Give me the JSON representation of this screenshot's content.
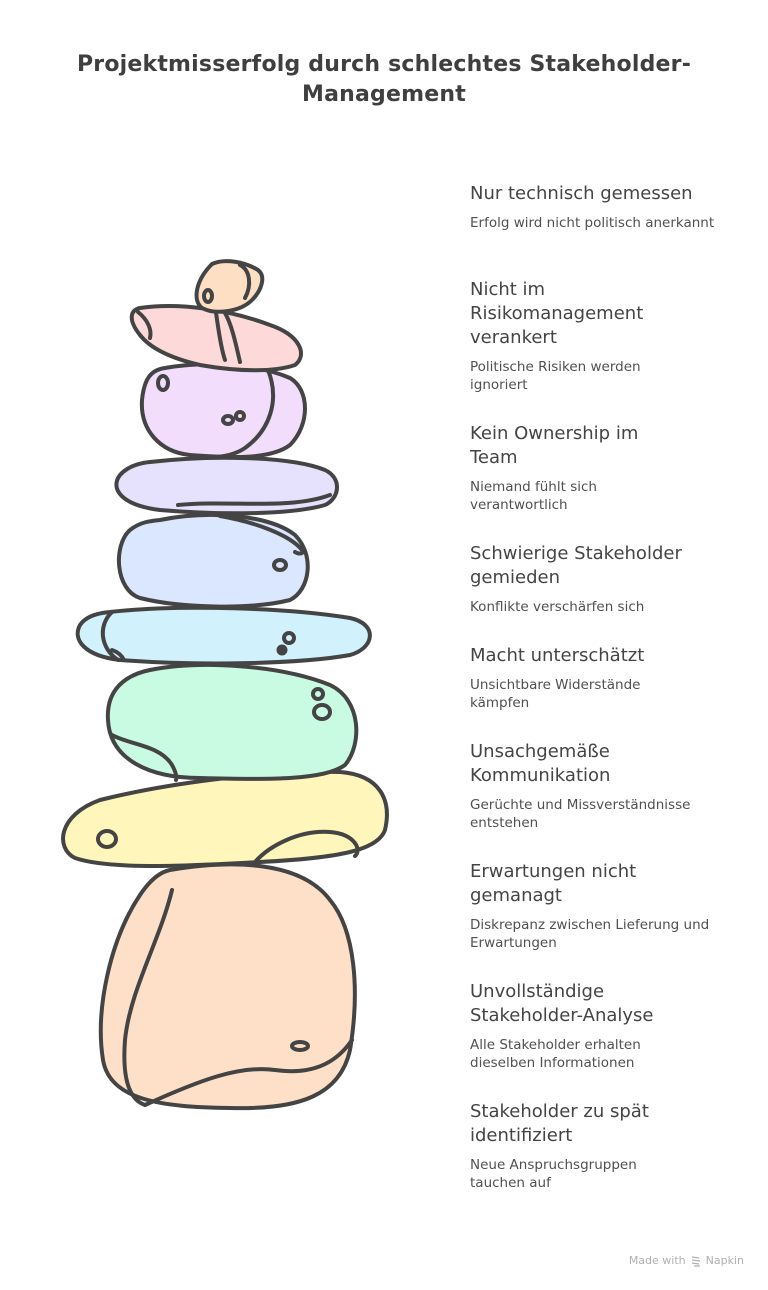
{
  "title": "Projektmisserfolg durch schlechtes Stakeholder-Management",
  "outline_color": "#444444",
  "stones": [
    {
      "name": "top-pebble",
      "color": "#FDDFC4"
    },
    {
      "name": "pink-stone",
      "color": "#FDD9DA"
    },
    {
      "name": "purple-stone",
      "color": "#F2DDFC"
    },
    {
      "name": "lavender-stone",
      "color": "#E6E1FD"
    },
    {
      "name": "blue-stone",
      "color": "#DBE7FE"
    },
    {
      "name": "cyan-stone",
      "color": "#D1F1FD"
    },
    {
      "name": "mint-stone",
      "color": "#C9FBE3"
    },
    {
      "name": "yellow-stone",
      "color": "#FEF6BA"
    },
    {
      "name": "peach-base-stone",
      "color": "#FEE0C8"
    }
  ],
  "items": [
    {
      "title": "Nur technisch gemessen",
      "description": "Erfolg wird nicht politisch anerkannt"
    },
    {
      "title": "Nicht im Risikomanagement verankert",
      "description": "Politische Risiken werden ignoriert"
    },
    {
      "title": "Kein Ownership im Team",
      "description": "Niemand fühlt sich verantwortlich"
    },
    {
      "title": "Schwierige Stakeholder gemieden",
      "description": "Konflikte verschärfen sich"
    },
    {
      "title": "Macht unterschätzt",
      "description": "Unsichtbare Widerstände kämpfen"
    },
    {
      "title": "Unsachgemäße Kommunikation",
      "description": "Gerüchte und Missverständnisse entstehen"
    },
    {
      "title": "Erwartungen nicht gemanagt",
      "description": "Diskrepanz zwischen Lieferung und Erwartungen"
    },
    {
      "title": "Unvollständige Stakeholder-Analyse",
      "description": "Alle Stakeholder erhalten dieselben Informationen"
    },
    {
      "title": "Stakeholder zu spät identifiziert",
      "description": "Neue Anspruchsgruppen tauchen auf"
    }
  ],
  "footer": {
    "made_with": "Made with",
    "brand": "Napkin",
    "icon": "napkin-logo-icon"
  }
}
